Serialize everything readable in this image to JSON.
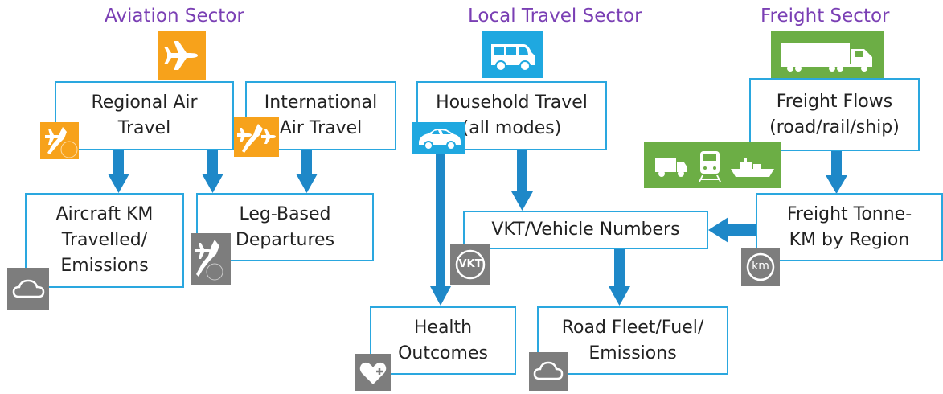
{
  "sectors": {
    "aviation": "Aviation Sector",
    "local": "Local Travel Sector",
    "freight": "Freight Sector"
  },
  "boxes": {
    "regional_air": "Regional Air\nTravel",
    "international_air": "International\nAir Travel",
    "household_travel": "Household Travel\n(all modes)",
    "freight_flows": "Freight Flows\n(road/rail/ship)",
    "aircraft_km": "Aircraft KM\nTravelled/\nEmissions",
    "leg_departures": "Leg-Based\nDepartures",
    "vkt_numbers": "VKT/Vehicle Numbers",
    "freight_tonne_km": "Freight Tonne-\nKM by Region",
    "health_outcomes": "Health\nOutcomes",
    "road_fleet": "Road Fleet/Fuel/\nEmissions"
  },
  "icons": {
    "vkt_label": "VKT",
    "km_label": "km"
  },
  "colors": {
    "aviation": "#f7a21b",
    "local": "#1fa8e0",
    "freight": "#6cae45",
    "gray": "#7d7d7d",
    "arrow": "#1e88c8",
    "border": "#2aa7df",
    "title": "#7a3fb4"
  }
}
